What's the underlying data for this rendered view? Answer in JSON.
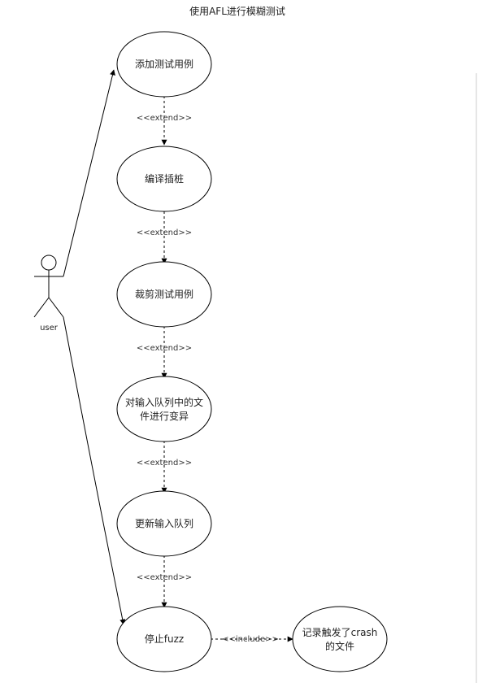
{
  "diagram": {
    "title": "使用AFL进行模糊测试",
    "actor": {
      "label": "user"
    },
    "nodes": [
      {
        "lines": [
          "添加测试用例"
        ]
      },
      {
        "lines": [
          "编译插桩"
        ]
      },
      {
        "lines": [
          "裁剪测试用例"
        ]
      },
      {
        "lines": [
          "对输入队列中的文",
          "件进行变异"
        ]
      },
      {
        "lines": [
          "更新输入队列"
        ]
      },
      {
        "lines": [
          "停止fuzz"
        ]
      },
      {
        "lines": [
          "记录触发了crash",
          "的文件"
        ]
      }
    ],
    "edges": {
      "extend_label": "<<extend>>",
      "include_label": "<<include>>"
    }
  }
}
